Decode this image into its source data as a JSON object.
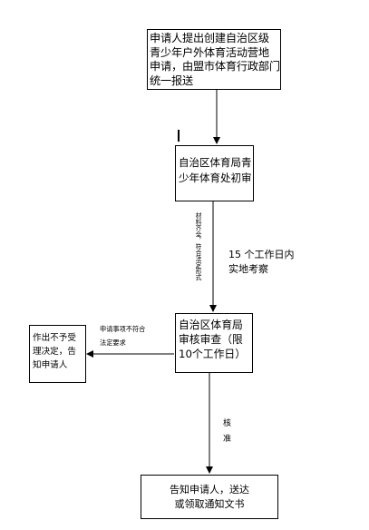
{
  "flowchart": {
    "box1": "申请人提出创建自治区级\n青少年户外体育活动营地\n申请，由盟市体育行政部门\n统一报送",
    "box2": "自治区体育局青\n少年体育处初审",
    "box3": "自治区体育局\n审核审查（限\n10个工作日）",
    "box4": "作出不予受\n理决定，告\n知申请人",
    "box5": "告知申请人，送达\n或领取通知文书",
    "label_materials": "材料齐全，符合法定形式",
    "label_site_visit": "15 个工作日内\n实地考察",
    "label_not_meet": "申请事项不符合\n法定要求",
    "label_approve": "核准"
  }
}
